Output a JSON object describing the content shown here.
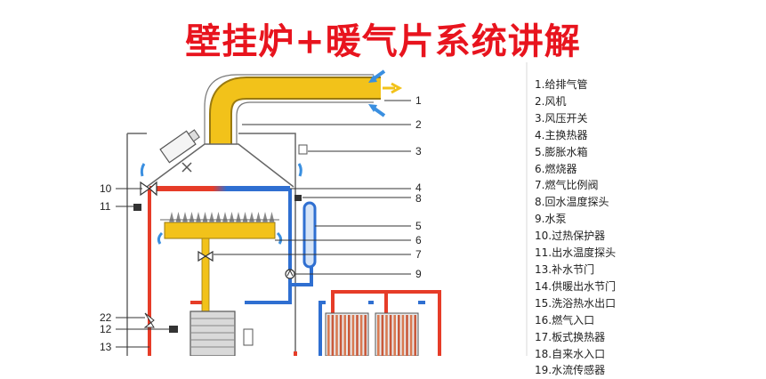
{
  "title": "壁挂炉+暖气片系统讲解",
  "colors": {
    "title": "#e8141e",
    "flue": "#f2c21a",
    "hot": "#e63c28",
    "cold": "#2f6fd1",
    "air_arrow": "#3a8fe0"
  },
  "callouts": [
    "1",
    "2",
    "3",
    "4",
    "8",
    "5",
    "6",
    "7",
    "9",
    "10",
    "11",
    "22",
    "12",
    "13"
  ],
  "legend": [
    "1.给排气管",
    "2.风机",
    "3.风压开关",
    "4.主换热器",
    "5.膨胀水箱",
    "6.燃烧器",
    "7.燃气比例阀",
    "8.回水温度探头",
    "9.水泵",
    "10.过热保护器",
    "11.出水温度探头",
    "13.补水节门",
    "14.供暖出水节门",
    "15.洗浴热水出口",
    "16.燃气入口",
    "17.板式换热器",
    "18.自来水入口",
    "19.水流传感器"
  ]
}
